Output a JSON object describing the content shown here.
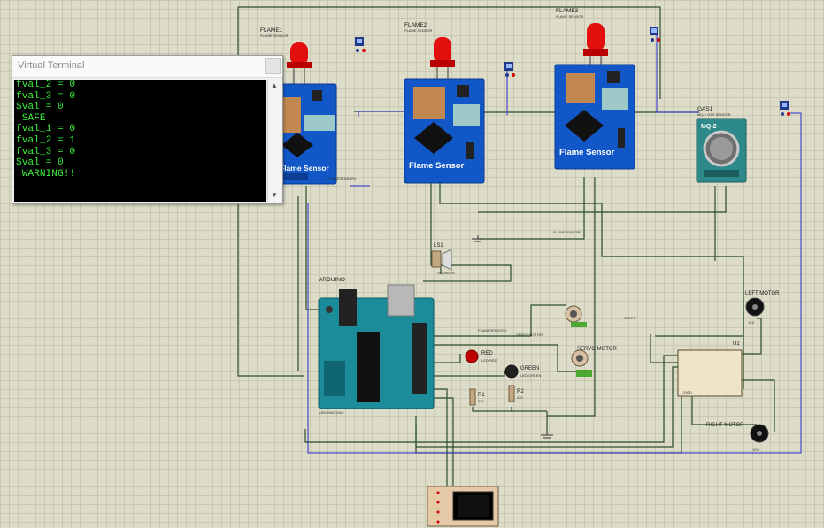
{
  "terminal": {
    "title": "Virtual Terminal",
    "lines": [
      "fval_2 = 0",
      "fval_3 = 0",
      "Sval = 0",
      " SAFE",
      "fval_1 = 0",
      "fval_2 = 1",
      "fval_3 = 0",
      "Sval = 0",
      " WARNING!!"
    ]
  },
  "components": {
    "flame1": {
      "name": "FLAME1",
      "type": "FLAME SENSOR"
    },
    "flame2": {
      "name": "FLAME2",
      "type": "FLAME SENSOR"
    },
    "flame3": {
      "name": "FLAME3",
      "type": "FLAME SENSOR"
    },
    "board_text": "Flame Sensor",
    "gas": {
      "name": "GAS1",
      "type": "MQ-2 GAS SENSOR",
      "chip": "MQ-2"
    },
    "arduino": {
      "name": "ARDUINO",
      "part": "ARDUINO UNO"
    },
    "ls1": {
      "name": "LS1",
      "type": "SOUNDER"
    },
    "servo": {
      "name": "SERVO MOTOR"
    },
    "red_led": {
      "name": "RED",
      "type": "LED-RED"
    },
    "green_led": {
      "name": "GREEN",
      "type": "LED-GREEN"
    },
    "r1": {
      "name": "R1",
      "value": "220"
    },
    "r2": {
      "name": "R2",
      "value": "220"
    },
    "u1": {
      "name": "U1",
      "part": "L293D"
    },
    "left_motor": {
      "name": "LEFT MOTOR",
      "part": "12V"
    },
    "right_motor": {
      "name": "RIGHT MOTOR",
      "part": "12V"
    }
  },
  "net_labels": [
    "FLAMESENSOR3",
    "FLAMESENSOR2",
    "SERVO MOTOR",
    "STEPT",
    "FLAMESENSOR1"
  ],
  "colors": {
    "wire": "#2d4f2d",
    "wire_blue": "#2b2bd0",
    "board": "#1257c8",
    "terminal_text": "#3cf03c"
  }
}
